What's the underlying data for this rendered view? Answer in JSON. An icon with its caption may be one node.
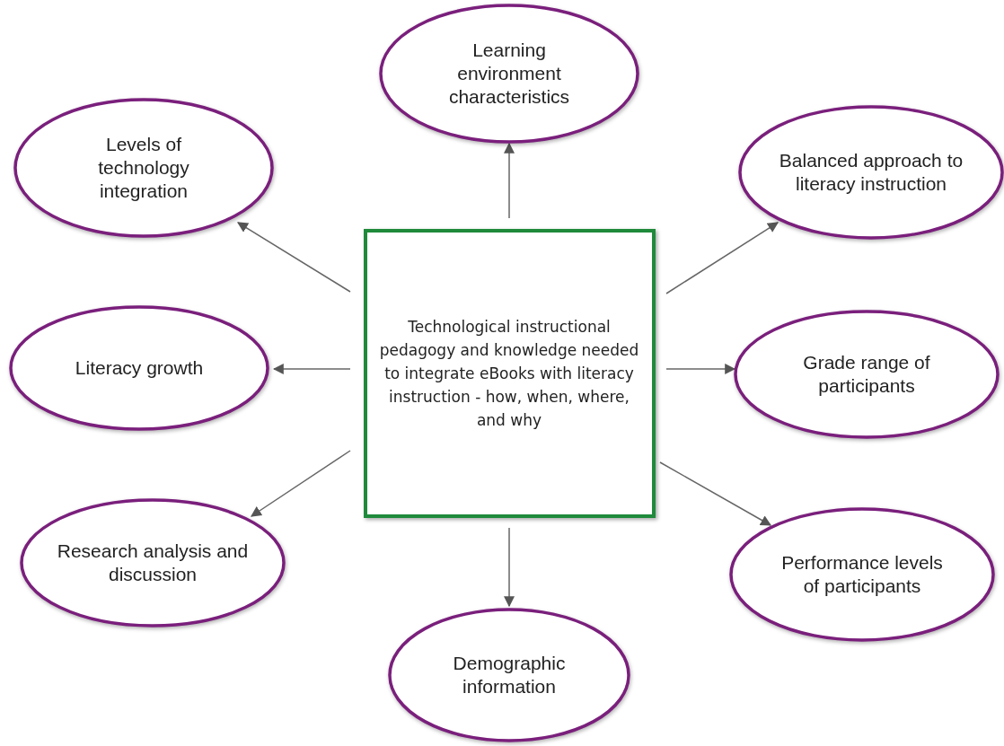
{
  "diagram": {
    "nodes": [
      {
        "text": [
          "Technological instructional pedagogy and knowledge needed to integrate eBooks with literacy instruction - how, when, where, and why"
        ]
      },
      {
        "text": [
          "Learning environment characteristics"
        ]
      },
      {
        "text": [
          "Levels of technology integration"
        ]
      },
      {
        "text": [
          "Balanced approach to literacy instruction"
        ]
      },
      {
        "text": [
          "Literacy growth"
        ]
      },
      {
        "text": [
          "Grade range of participants"
        ]
      },
      {
        "text": [
          "Research analysis and discussion"
        ]
      },
      {
        "text": [
          "Performance levels of participants"
        ]
      },
      {
        "text": [
          "Demographic information"
        ]
      }
    ],
    "edges": [
      {
        "from": 0,
        "to": 1,
        "arrow": "to"
      },
      {
        "from": 0,
        "to": 2,
        "arrow": "to"
      },
      {
        "from": 0,
        "to": 3,
        "arrow": "to"
      },
      {
        "from": 0,
        "to": 4,
        "arrow": "to"
      },
      {
        "from": 0,
        "to": 5,
        "arrow": "to"
      },
      {
        "from": 0,
        "to": 6,
        "arrow": "to"
      },
      {
        "from": 0,
        "to": 7,
        "arrow": "to"
      },
      {
        "from": 0,
        "to": 8,
        "arrow": "to"
      }
    ]
  }
}
